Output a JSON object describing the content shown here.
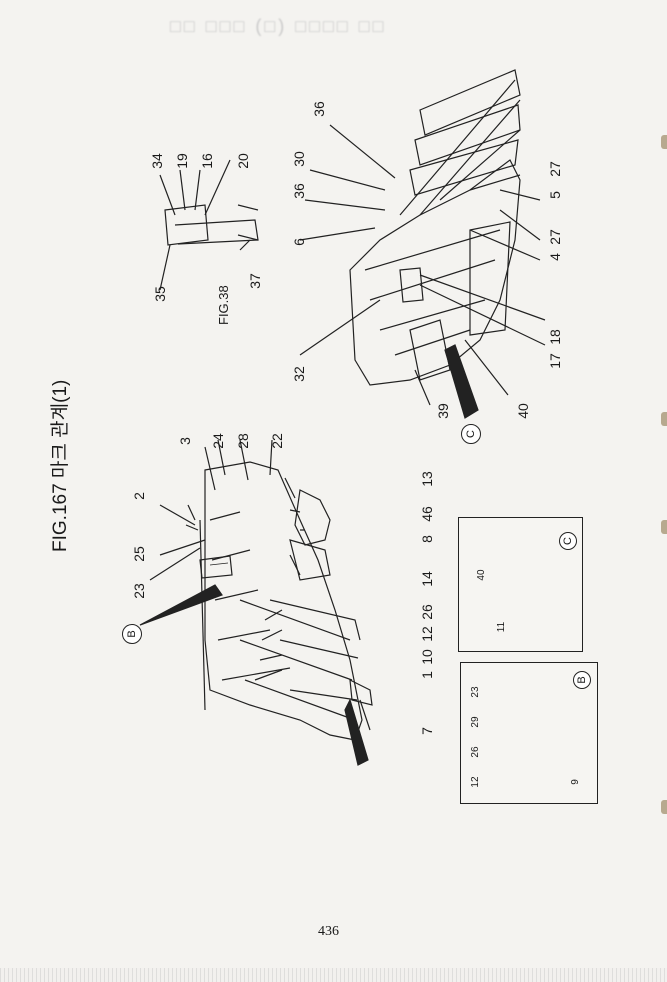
{
  "header_text": "□□ □□□ (□) □□□□ □□",
  "figure_title": "FIG.167 마크 관계(1)",
  "sub_figure_label": "FIG.38",
  "page_number": "436",
  "badges": {
    "b": "B",
    "c": "C"
  },
  "callouts": {
    "left_assembly": [
      "23",
      "25",
      "2",
      "3",
      "24",
      "28",
      "22",
      "13",
      "46",
      "8",
      "14",
      "26",
      "12",
      "10",
      "1",
      "7"
    ],
    "right_assembly": [
      "36",
      "30",
      "36",
      "6",
      "32",
      "39",
      "40",
      "17",
      "18",
      "4",
      "27",
      "5",
      "27"
    ],
    "fig38": [
      "34",
      "19",
      "16",
      "20",
      "35",
      "37"
    ],
    "inset_b": [
      "12",
      "26",
      "29",
      "23",
      "9"
    ],
    "inset_c": [
      "40",
      "11"
    ]
  },
  "colors": {
    "paper": "#f4f3f0",
    "ink": "#1a1a1a"
  }
}
